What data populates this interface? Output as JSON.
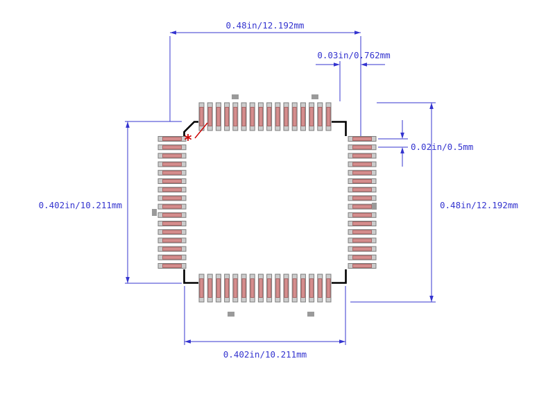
{
  "dimensions": {
    "top": "0.48in/12.192mm",
    "top_right_offset": "0.03in/0.762mm",
    "pad_pitch": "0.02in/0.5mm",
    "right_side": "0.48in/12.192mm",
    "left_side": "0.402in/10.211mm",
    "bottom": "0.402in/10.211mm"
  },
  "package": {
    "pins_per_side": 16,
    "pin1_marker": "*"
  },
  "colors": {
    "dimension": "#3434cf",
    "pad_fill": "#cccccc",
    "pad_outline": "#7d7d7d",
    "paste_fill": "#d58d8d",
    "paste_outline": "#a96868",
    "body_outline": "#000000",
    "pin1": "#cc0000",
    "mark_fill": "#9a9a9a"
  }
}
